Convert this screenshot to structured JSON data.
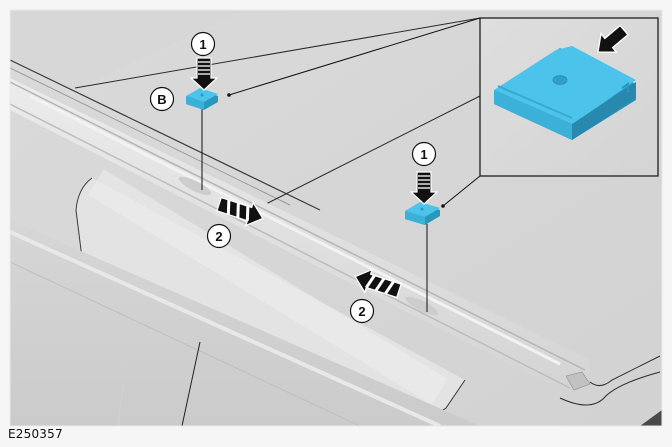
{
  "figure": {
    "id_label": "E250357",
    "background_color": "#d9d9d9",
    "frame_color": "#f6f6f6",
    "part_color": "#4cc3ea",
    "part_shade_color": "#2a97bd"
  },
  "callouts": [
    {
      "label": "1",
      "description": "press-down-arrow-left-clip"
    },
    {
      "label": "B",
      "description": "clip-identifier"
    },
    {
      "label": "1",
      "description": "press-down-arrow-right-clip"
    },
    {
      "label": "2",
      "description": "slide-rearward-arrow"
    },
    {
      "label": "2",
      "description": "slide-forward-arrow"
    }
  ],
  "inset": {
    "title": "clip-detail-view"
  }
}
